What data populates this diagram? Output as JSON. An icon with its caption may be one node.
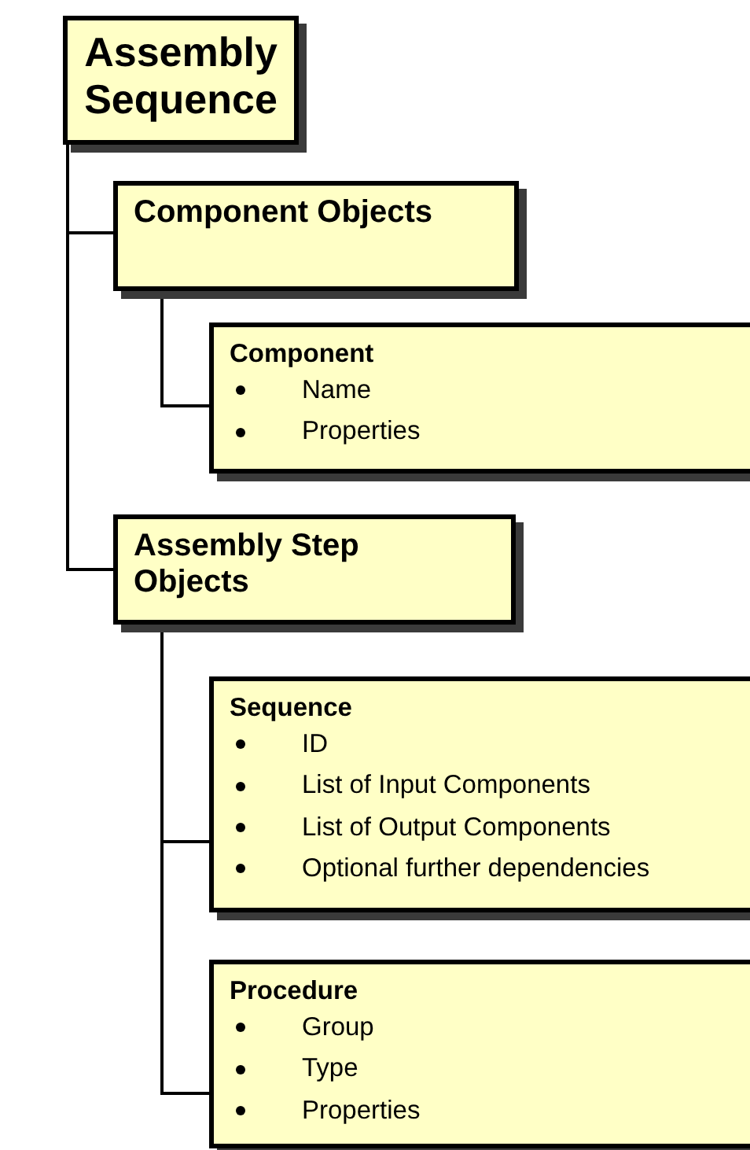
{
  "diagram": {
    "nodes": [
      {
        "text": [
          "Assembly Sequence"
        ]
      },
      {
        "text": [
          "Component Objects"
        ]
      },
      {
        "text": [
          "Component",
          "Name",
          "Properties"
        ]
      },
      {
        "text": [
          "Assembly Step Objects"
        ]
      },
      {
        "text": [
          "Sequence",
          "ID",
          "List of Input Components",
          "List of Output Components",
          "Optional further dependencies"
        ]
      },
      {
        "text": [
          "Procedure",
          "Group",
          "Type",
          "Properties"
        ]
      }
    ],
    "edges": [
      {
        "from": 0,
        "to": 1,
        "arrow": "none"
      },
      {
        "from": 0,
        "to": 3,
        "arrow": "none"
      },
      {
        "from": 1,
        "to": 2,
        "arrow": "none"
      },
      {
        "from": 3,
        "to": 4,
        "arrow": "none"
      },
      {
        "from": 3,
        "to": 5,
        "arrow": "none"
      }
    ]
  }
}
